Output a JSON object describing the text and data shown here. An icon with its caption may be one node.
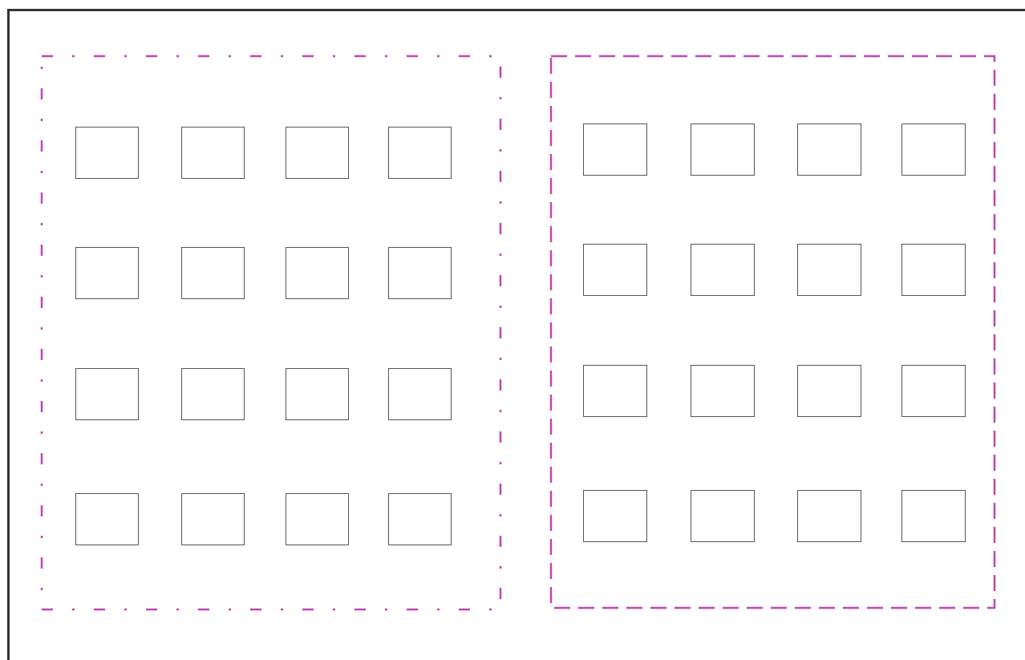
{
  "diagram": {
    "nodes": [
      {
        "text": [],
        "shape": "box"
      },
      {
        "text": [],
        "shape": "box",
        "in": 0
      },
      {
        "text": [],
        "shape": "box",
        "in": 0
      },
      {
        "text": [],
        "shape": "box",
        "in": 0
      },
      {
        "text": [],
        "shape": "box",
        "in": 0
      },
      {
        "text": [],
        "shape": "box",
        "in": 0
      },
      {
        "text": [],
        "shape": "box",
        "in": 0
      },
      {
        "text": [],
        "shape": "box",
        "in": 0
      },
      {
        "text": [],
        "shape": "box",
        "in": 0
      },
      {
        "text": [],
        "shape": "box",
        "in": 0
      },
      {
        "text": [],
        "shape": "box",
        "in": 0
      },
      {
        "text": [],
        "shape": "box",
        "in": 0
      },
      {
        "text": [],
        "shape": "box",
        "in": 0
      },
      {
        "text": [],
        "shape": "box",
        "in": 0
      },
      {
        "text": [],
        "shape": "box",
        "in": 0
      },
      {
        "text": [],
        "shape": "box",
        "in": 0
      },
      {
        "text": [],
        "shape": "box",
        "in": 0
      },
      {
        "text": [],
        "shape": "box"
      },
      {
        "text": [],
        "shape": "box",
        "in": 17
      },
      {
        "text": [],
        "shape": "box",
        "in": 17
      },
      {
        "text": [],
        "shape": "box",
        "in": 17
      },
      {
        "text": [],
        "shape": "box",
        "in": 17
      },
      {
        "text": [],
        "shape": "box",
        "in": 17
      },
      {
        "text": [],
        "shape": "box",
        "in": 17
      },
      {
        "text": [],
        "shape": "box",
        "in": 17
      },
      {
        "text": [],
        "shape": "box",
        "in": 17
      },
      {
        "text": [],
        "shape": "box",
        "in": 17
      },
      {
        "text": [],
        "shape": "box",
        "in": 17
      },
      {
        "text": [],
        "shape": "box",
        "in": 17
      },
      {
        "text": [],
        "shape": "box",
        "in": 17
      },
      {
        "text": [],
        "shape": "box",
        "in": 17
      },
      {
        "text": [],
        "shape": "box",
        "in": 17
      },
      {
        "text": [],
        "shape": "box",
        "in": 17
      },
      {
        "text": [],
        "shape": "box",
        "in": 17
      }
    ]
  }
}
